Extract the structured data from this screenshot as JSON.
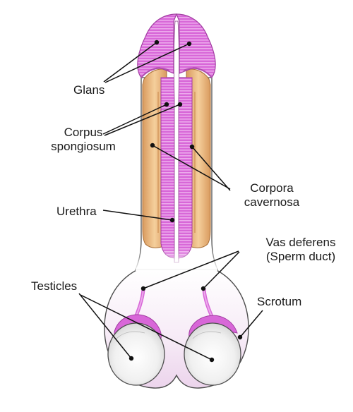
{
  "labels": {
    "glans": "Glans",
    "corpus_spongiosum_line1": "Corpus",
    "corpus_spongiosum_line2": "spongiosum",
    "corpora_cavernosa_line1": "Corpora",
    "corpora_cavernosa_line2": "cavernosa",
    "urethra": "Urethra",
    "vas_deferens_line1": "Vas deferens",
    "vas_deferens_line2": "(Sperm duct)",
    "testicles": "Testicles",
    "scrotum": "Scrotum"
  },
  "colors": {
    "magenta": "#d867d8",
    "magenta_light": "#ecaaec",
    "orange": "#e9b27a",
    "orange_light": "#f6d7ad",
    "outline": "#5a5a5a",
    "scrotum_fill": "#f4e6f4",
    "testicle_fill": "#f2f2f2"
  }
}
